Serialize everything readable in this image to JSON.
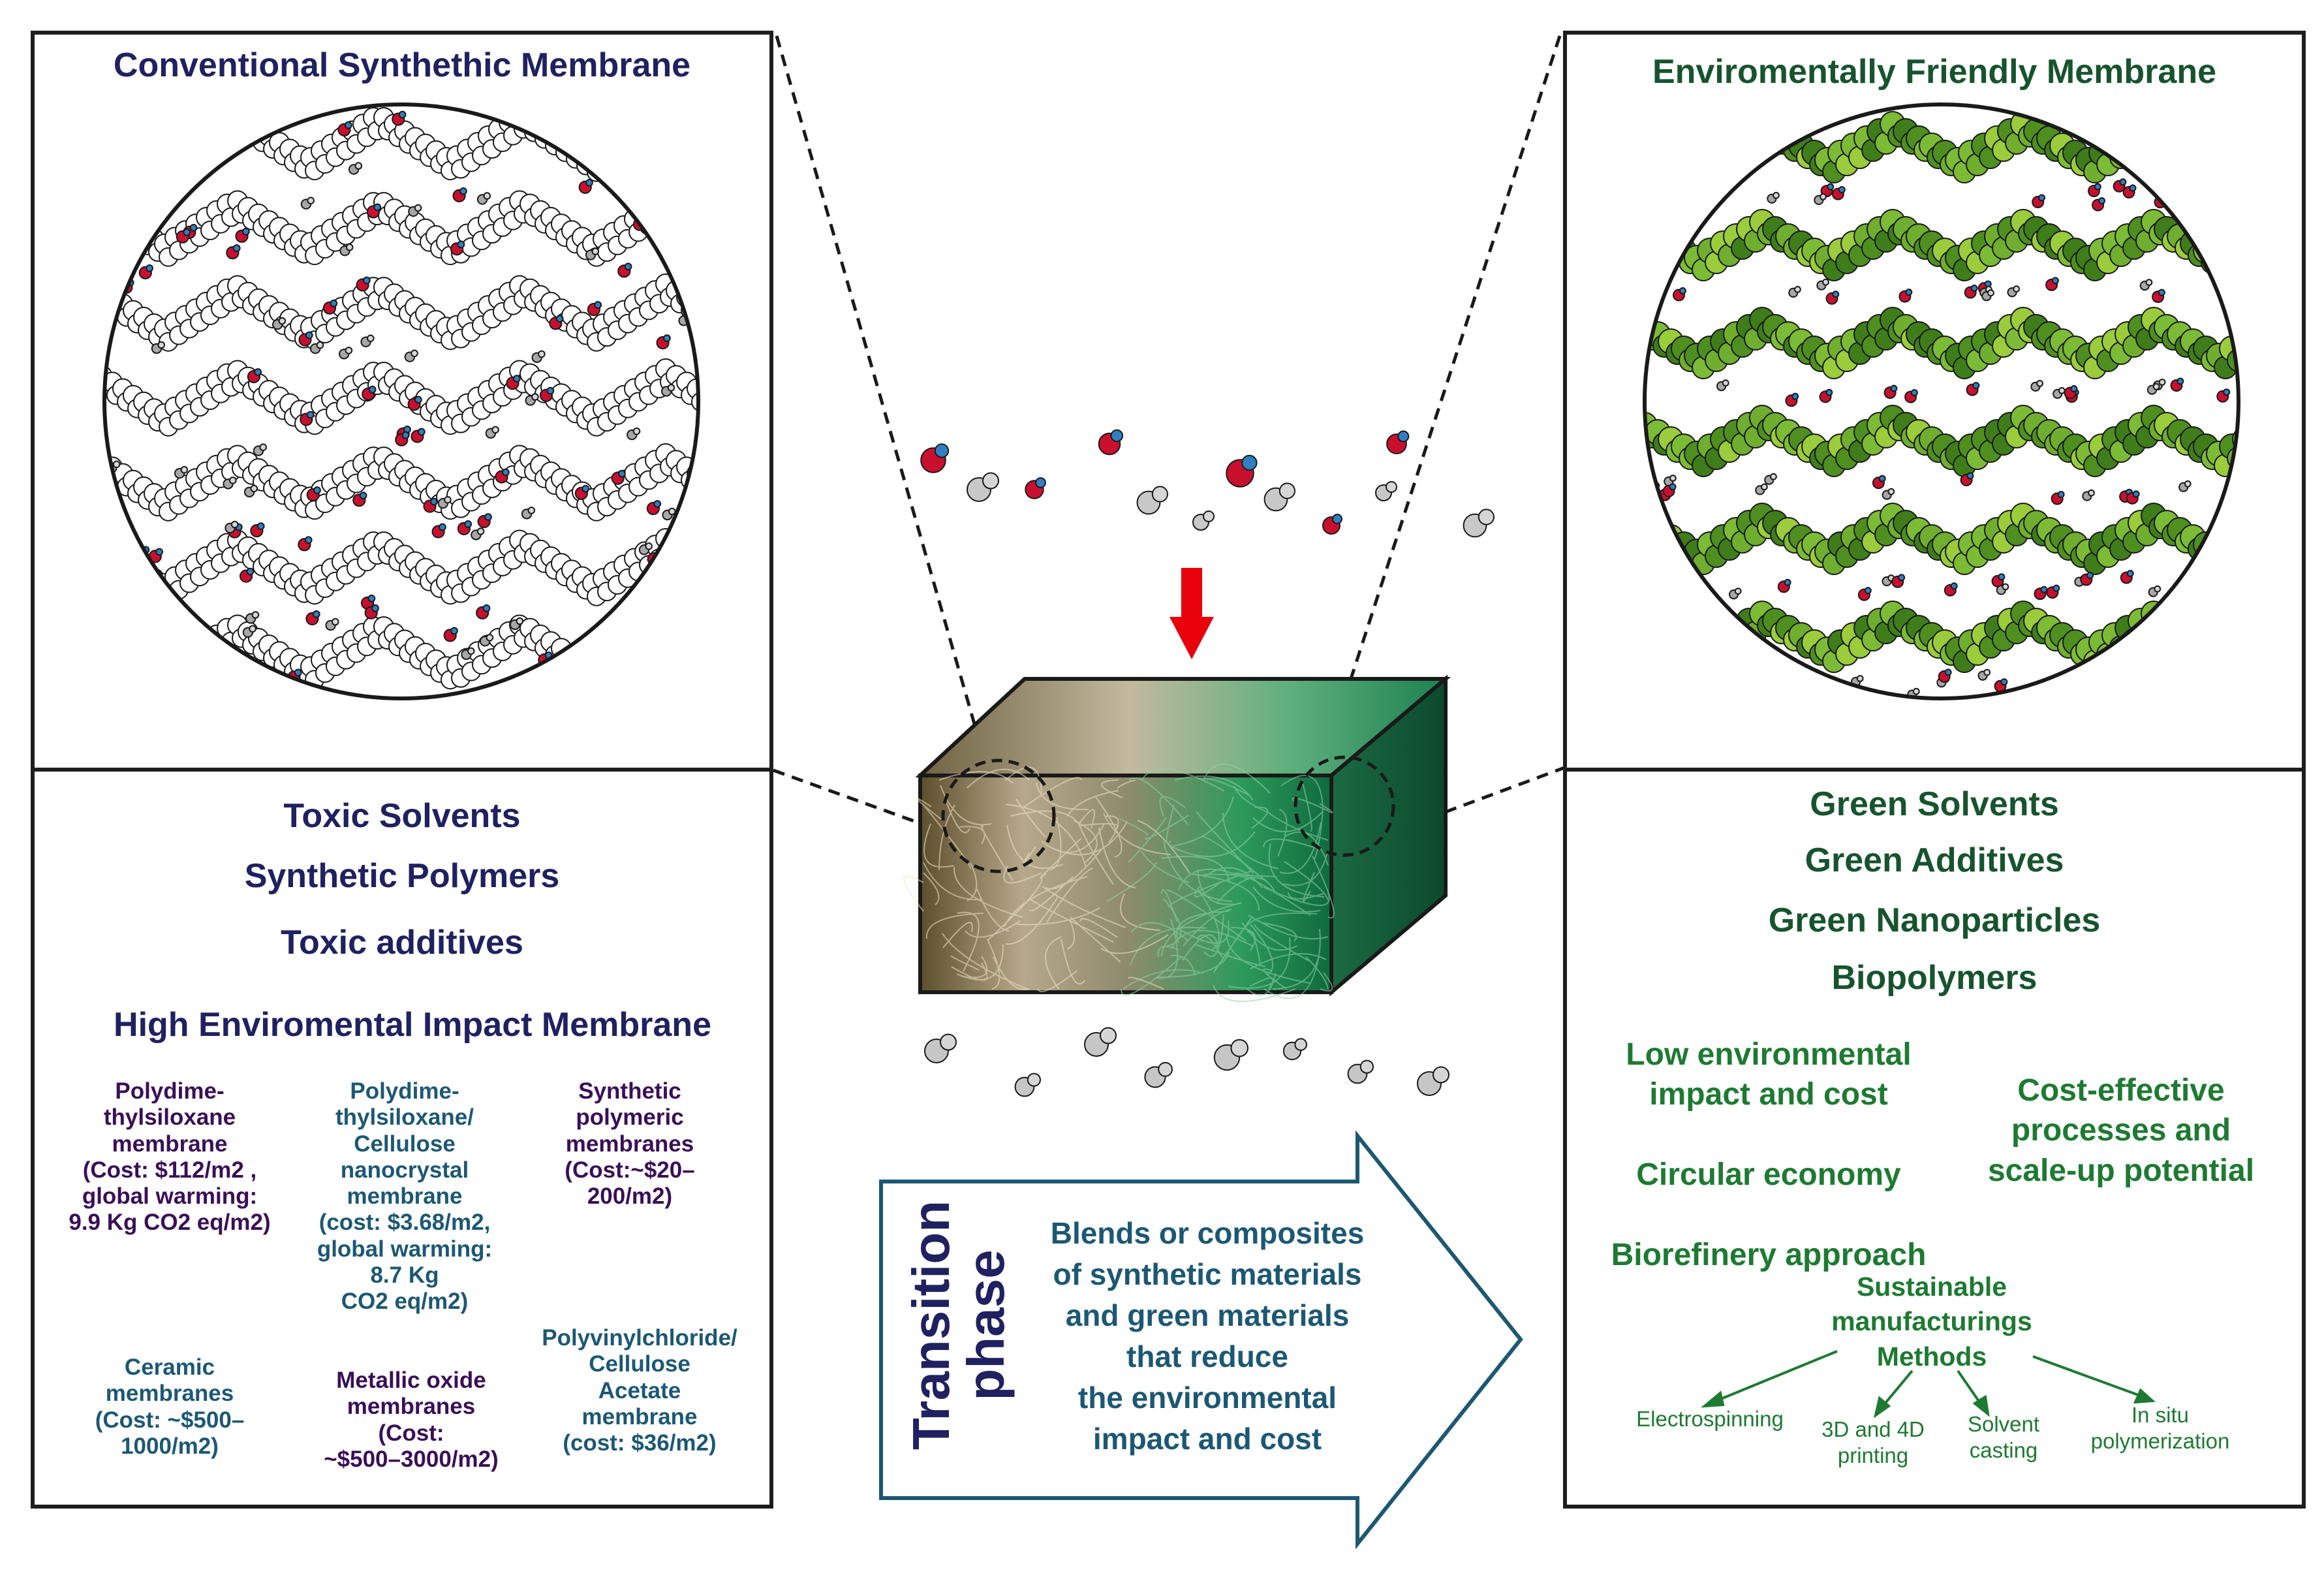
{
  "colors": {
    "navy": "#1f2160",
    "purple": "#3b0f57",
    "teal": "#1c5874",
    "dark_green": "#17542e",
    "green": "#1e7a32",
    "oxygen_red": "#c8102e",
    "hydrogen_blue": "#2f7fc1",
    "carbon_grey": "#a7a7a7",
    "leaf_green": "#5ca028",
    "arrow_red": "#e8000b",
    "arrow_border": "#1c5874"
  },
  "left": {
    "title": "Conventional Synthethic Membrane",
    "list": [
      "Toxic Solvents",
      "Synthetic Polymers",
      "Toxic additives"
    ],
    "impact_title": "High Enviromental Impact Membrane",
    "items": {
      "pdms": "Polydime-\nthylsiloxane\nmembrane\n(Cost: $112/m2 ,\nglobal warming:\n9.9 Kg CO2 eq/m2)",
      "pdms_cnc": "Polydime-\nthylsiloxane/\nCellulose\nnanocrystal\nmembrane\n(cost: $3.68/m2,\nglobal warming:\n8.7 Kg\nCO2 eq/m2)",
      "synthetic": "Synthetic\npolymeric\nmembranes\n(Cost:~$20–\n200/m2)",
      "ceramic": "Ceramic\nmembranes\n(Cost: ~$500–\n1000/m2)",
      "metallic": "Metallic oxide\nmembranes\n(Cost:\n~$500–3000/m2)",
      "pvc": "Polyvinylchloride/\nCellulose\nAcetate\nmembrane\n(cost: $36/m2)"
    }
  },
  "right": {
    "title": "Enviromentally Friendly Membrane",
    "list": [
      "Green Solvents",
      "Green Additives",
      "Green Nanoparticles",
      "Biopolymers"
    ],
    "benefits_left": "Low environmental\nimpact and cost\n\nCircular economy\n\nBiorefinery approach",
    "benefits_right": "Cost-effective\nprocesses and\nscale-up potential",
    "manufacturing": {
      "title": "Sustainable\nmanufacturings\nMethods",
      "methods": [
        "Electrospinning",
        "3D and 4D\nprinting",
        "Solvent\ncasting",
        "In situ\npolymerization"
      ]
    }
  },
  "center": {
    "transition": {
      "label": "Transition\nphase",
      "text": "Blends or composites\nof synthetic materials\nand green materials\nthat reduce\nthe environmental\nimpact and cost"
    }
  }
}
